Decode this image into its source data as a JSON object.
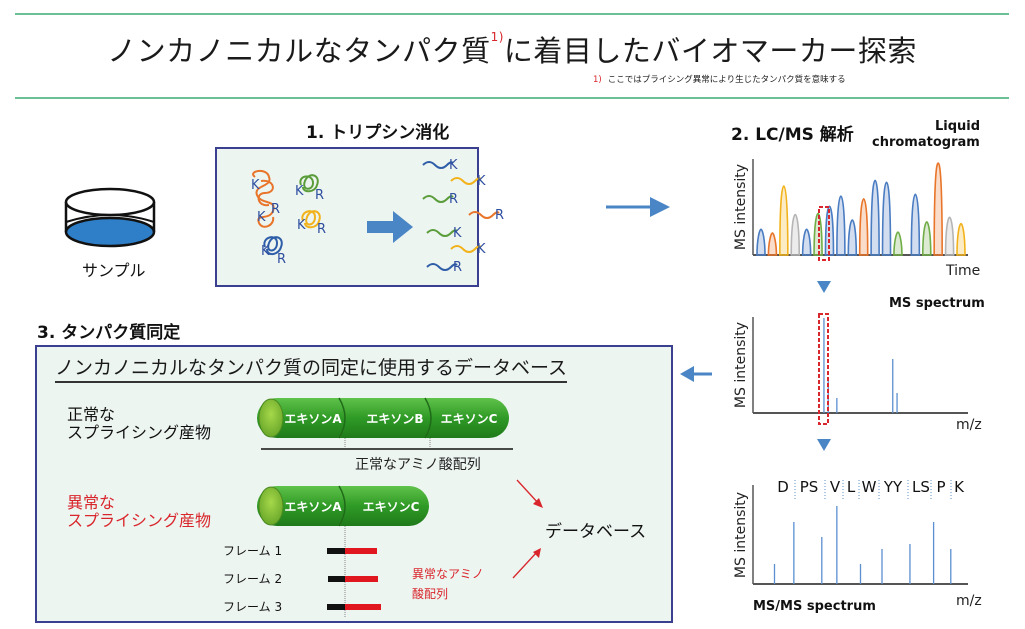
{
  "header": {
    "title_part1": "ノンカノニカルなタンパク質",
    "title_sup": "1)",
    "title_part2": "に着目したバイオマーカー探索",
    "footnote_mark": "1)",
    "footnote_text": "ここではプライシング異常により生じたタンパク質を意味する"
  },
  "sample": {
    "label": "サンプル"
  },
  "step1": {
    "title": "1. トリプシン消化",
    "protein_residue_labels": [
      "K",
      "R"
    ],
    "peptides": [
      {
        "color": "#2f5ea8",
        "end": "K"
      },
      {
        "color": "#f2b21b",
        "end": "K"
      },
      {
        "color": "#5a9d3a",
        "end": "R"
      },
      {
        "color": "#e8752a",
        "end": "R"
      },
      {
        "color": "#5a9d3a",
        "end": "K"
      },
      {
        "color": "#f2b21b",
        "end": "K"
      },
      {
        "color": "#2f5ea8",
        "end": "R"
      }
    ]
  },
  "step2": {
    "title": "2. LC/MS 解析",
    "chromatogram_label_line1": "Liquid",
    "chromatogram_label_line2": "chromatogram",
    "chromatogram_ylabel": "MS intensity",
    "chromatogram_xlabel": "Time",
    "ms_label": "MS spectrum",
    "ms_ylabel": "MS intensity",
    "ms_xlabel": "m/z",
    "msms_label": "MS/MS spectrum",
    "msms_ylabel": "MS intensity",
    "msms_xlabel": "m/z",
    "msms_sequence": [
      "D",
      "PS",
      "V",
      "L",
      "W",
      "YY",
      "LS",
      "P",
      "K"
    ]
  },
  "step3": {
    "title": "3. タンパク質同定",
    "db_title": "ノンカノニカルなタンパク質の同定に使用するデータベース",
    "normal_label_line1": "正常な",
    "normal_label_line2": "スプライシング産物",
    "normal_exons": [
      "エキソンA",
      "エキソンB",
      "エキソンC"
    ],
    "normal_seq_label": "正常なアミノ酸配列",
    "abnormal_label_line1": "異常な",
    "abnormal_label_line2": "スプライシング産物",
    "abnormal_exons": [
      "エキソンA",
      "エキソンC"
    ],
    "frames": [
      "フレーム 1",
      "フレーム 2",
      "フレーム 3"
    ],
    "abnormal_seq_line1": "異常なアミノ",
    "abnormal_seq_line2": "酸配列",
    "database_label": "データベース"
  },
  "colors": {
    "rule_green": "#6dbf95",
    "panel_border": "#3b3f8f",
    "panel_bg": "#edf5f1",
    "arrow_blue": "#4a86c5",
    "highlight_red": "#d9262c",
    "exon_green": "#3aa02c"
  },
  "chart_data": [
    {
      "type": "line",
      "title": "Liquid chromatogram",
      "xlabel": "Time",
      "ylabel": "MS intensity",
      "note": "Peaks of relative intensity (0-1) in elution order; 6th peak highlighted with red dashed box",
      "peaks": [
        {
          "color": "#4a7cc2",
          "value": 0.28
        },
        {
          "color": "#e8752a",
          "value": 0.24
        },
        {
          "color": "#f2b21b",
          "value": 0.75
        },
        {
          "color": "#b5b5b5",
          "value": 0.44
        },
        {
          "color": "#4a7cc2",
          "value": 0.28
        },
        {
          "color": "#70ad47",
          "value": 0.45,
          "highlighted": true
        },
        {
          "color": "#4a7cc2",
          "value": 0.53
        },
        {
          "color": "#4a7cc2",
          "value": 0.64
        },
        {
          "color": "#4a7cc2",
          "value": 0.38
        },
        {
          "color": "#e8752a",
          "value": 0.61
        },
        {
          "color": "#4a7cc2",
          "value": 0.81
        },
        {
          "color": "#4a7cc2",
          "value": 0.79
        },
        {
          "color": "#70ad47",
          "value": 0.25
        },
        {
          "color": "#4a7cc2",
          "value": 0.66
        },
        {
          "color": "#70ad47",
          "value": 0.36
        },
        {
          "color": "#e8752a",
          "value": 1.0
        },
        {
          "color": "#b5b5b5",
          "value": 0.41
        },
        {
          "color": "#f2b21b",
          "value": 0.34
        }
      ]
    },
    {
      "type": "bar",
      "title": "MS spectrum",
      "xlabel": "m/z",
      "ylabel": "MS intensity",
      "note": "Stick spectrum, relative intensities; first stick highlighted",
      "sticks": [
        {
          "x": 0.33,
          "value": 0.95,
          "highlighted": true
        },
        {
          "x": 0.35,
          "value": 0.35
        },
        {
          "x": 0.39,
          "value": 0.15
        },
        {
          "x": 0.65,
          "value": 0.54
        },
        {
          "x": 0.67,
          "value": 0.2
        }
      ]
    },
    {
      "type": "bar",
      "title": "MS/MS spectrum",
      "xlabel": "m/z",
      "ylabel": "MS intensity",
      "sequence": [
        "D",
        "PS",
        "V",
        "L",
        "W",
        "YY",
        "LS",
        "P",
        "K"
      ],
      "sticks": [
        {
          "x": 0.1,
          "value": 0.2
        },
        {
          "x": 0.19,
          "value": 0.62
        },
        {
          "x": 0.32,
          "value": 0.47
        },
        {
          "x": 0.39,
          "value": 0.78
        },
        {
          "x": 0.5,
          "value": 0.2
        },
        {
          "x": 0.6,
          "value": 0.35
        },
        {
          "x": 0.73,
          "value": 0.4
        },
        {
          "x": 0.84,
          "value": 0.62
        },
        {
          "x": 0.92,
          "value": 0.35
        }
      ]
    }
  ]
}
